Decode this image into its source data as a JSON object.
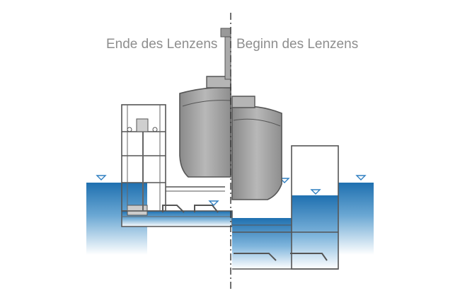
{
  "labels": {
    "left_caption": "Ende des Lenzens",
    "right_caption": "Beginn des Lenzens"
  },
  "colors": {
    "water_top": "#1f70b0",
    "water_bottom": "#ffffff",
    "hull": "#9e9e9e",
    "hull_light": "#bdbdbd",
    "structure_line": "#555555",
    "waterline_marker": "#2f7fc1"
  },
  "icons": {
    "waterline_marker": "inverted-triangle",
    "pump": "centrifugal-pump"
  }
}
